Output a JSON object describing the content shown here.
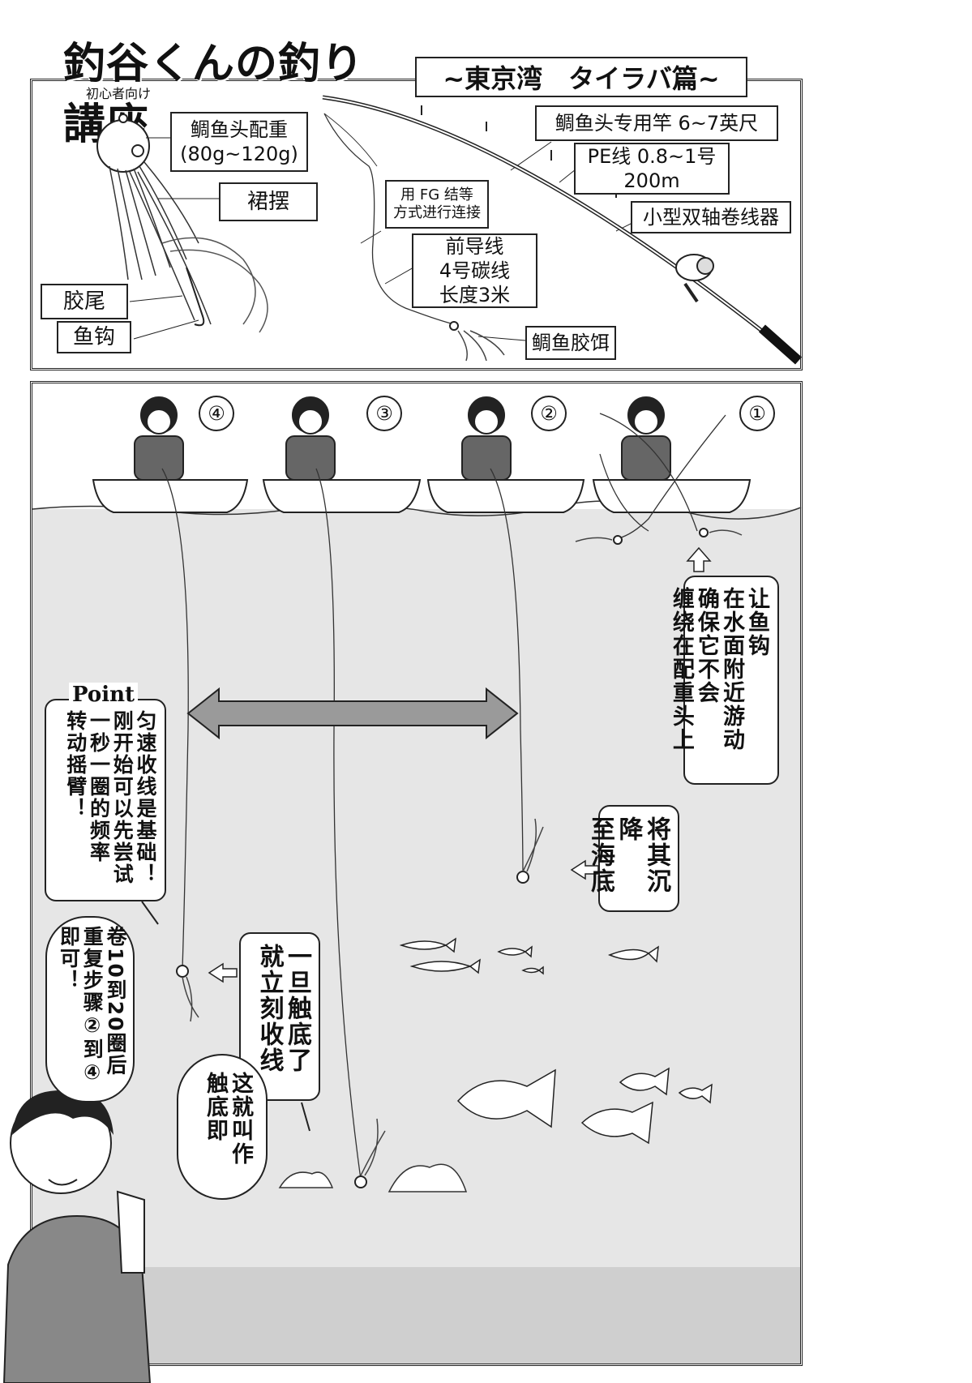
{
  "header": {
    "logo_text": "釣谷くんの釣り講座",
    "logo_sub": "初心者向け",
    "subtitle": "~東京湾　タイラバ篇~"
  },
  "diagram": {
    "jig_label": "鲷鱼头配重\n(80g~120g)",
    "skirt_label": "裙摆",
    "tail_label": "胶尾",
    "hook_label": "鱼钩",
    "knot_label": "用 FG 结等\n方式进行连接",
    "leader_label": "前导线\n4号碳线\n长度3米",
    "lure_label": "鲷鱼胶饵",
    "rod_label": "鲷鱼头专用竿 6~7英尺",
    "line_label": "PE线 0.8~1号\n200m",
    "reel_label": "小型双轴卷线器"
  },
  "scene": {
    "step_numbers": [
      "④",
      "③",
      "②",
      "①"
    ],
    "note_near_surface": "让鱼钩\n在水面附近游动\n确保它不会\n缠绕在配重头上",
    "note_sink": "将其沉降\n至海底",
    "note_point": "匀速收线是基础！\n刚开始可以先尝试\n一秒一圈的频率\n转动摇臂！",
    "note_repeat": "卷10到20圈后\n重复步骤②到④\n即可！",
    "note_touch_bottom": "一旦触底了\n就立刻收线",
    "note_speech": "这就叫作\n触底即",
    "point_label": "Point"
  },
  "colors": {
    "water": "#e6e6e6",
    "ink": "#222222",
    "sand": "#cfcfcf"
  }
}
